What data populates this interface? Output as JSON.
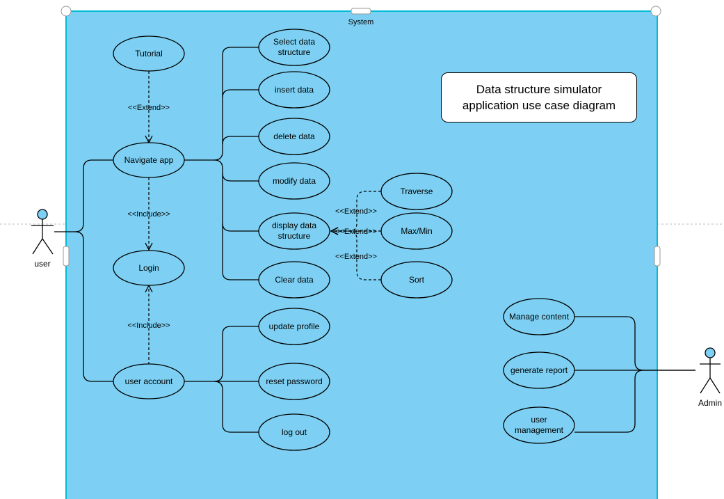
{
  "system": {
    "label": "System",
    "fill_color": "#7dd0f3",
    "border_color": "#00bcd4"
  },
  "title": {
    "line1": "Data structure simulator",
    "line2": "application use case diagram"
  },
  "actors": {
    "user": "user",
    "admin": "Admin"
  },
  "use_cases": {
    "tutorial": [
      "Tutorial"
    ],
    "navigate": [
      "Navigate app"
    ],
    "login": [
      "Login"
    ],
    "account": [
      "user account"
    ],
    "select": [
      "Select data",
      "structure"
    ],
    "insert": [
      "insert data"
    ],
    "delete": [
      "delete data"
    ],
    "modify": [
      "modify data"
    ],
    "display": [
      "display data",
      "structure"
    ],
    "clear": [
      "Clear data"
    ],
    "traverse": [
      "Traverse"
    ],
    "maxmin": [
      "Max/Min"
    ],
    "sort": [
      "Sort"
    ],
    "update": [
      "update profile"
    ],
    "reset": [
      "reset password"
    ],
    "logout": [
      "log out"
    ],
    "manage": [
      "Manage content"
    ],
    "report": [
      "generate report"
    ],
    "usermgmt": [
      "user",
      "management"
    ]
  },
  "relations": {
    "extend_tutorial": "<<Extend>>",
    "include_login": "<<Include>>",
    "include_account": "<<Include>>",
    "extend_traverse": "<<Extend>>",
    "extend_maxmin": "<<Extend>>",
    "extend_sort": "<<Extend>>"
  }
}
